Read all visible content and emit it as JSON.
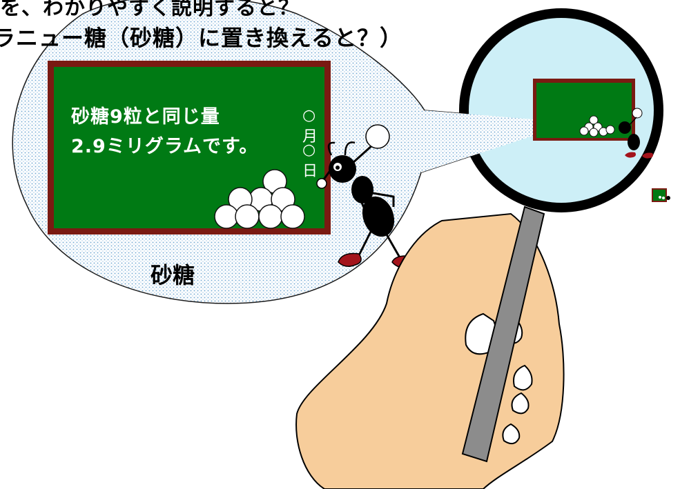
{
  "header": {
    "line1": "を、わかりやすく説明すると？",
    "line2": "ラニュー糖（砂糖）に置き換えると？）"
  },
  "chalkboard": {
    "line1": "砂糖9粒と同じ量",
    "line2": "2.9ミリグラムです。",
    "date_chars": [
      "○",
      "月",
      "○",
      "日"
    ]
  },
  "caption": "砂糖",
  "colors": {
    "board_green": "#007a14",
    "board_frame": "#7a1a12",
    "bubble_dots": "#8fb8d8",
    "lens": "#cdeff7",
    "skin": "#f7cd9b",
    "handle": "#8c8c8c",
    "ant_shoe": "#a3141c"
  },
  "icons": [
    "speech-bubble-icon",
    "chalkboard-icon",
    "sugar-cube-icon",
    "ant-icon",
    "magnifying-glass-icon",
    "hand-icon"
  ]
}
